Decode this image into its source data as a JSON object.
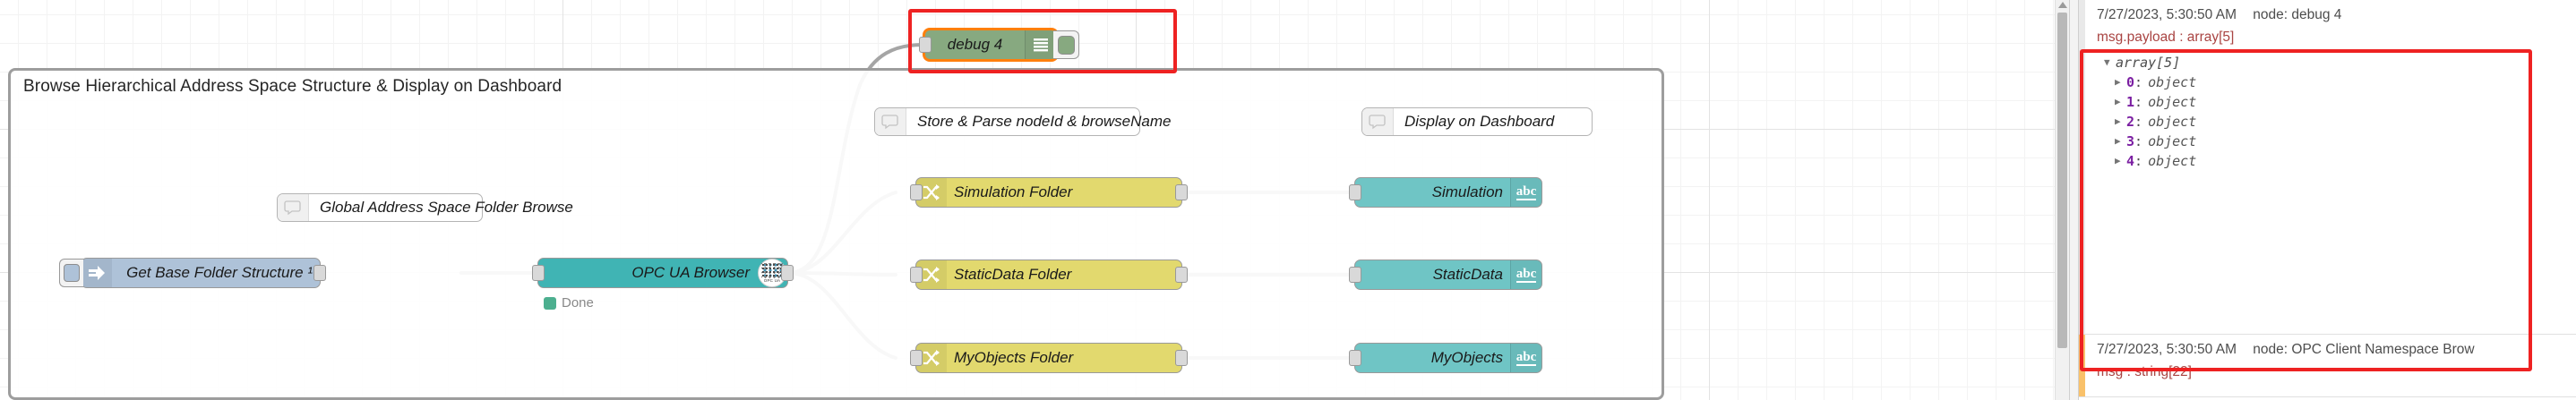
{
  "canvas": {
    "group": {
      "title": "Browse Hierarchical Address Space Structure & Display on Dashboard"
    },
    "comments": [
      {
        "label": "Global Address Space Folder Browse",
        "icon": "comment-icon"
      },
      {
        "label": "Store & Parse nodeId & browseName",
        "icon": "comment-icon"
      },
      {
        "label": "Display on Dashboard",
        "icon": "comment-icon"
      }
    ],
    "nodes": {
      "inject": {
        "label": "Get Base Folder Structure ¹",
        "icon": "inject-arrow-icon"
      },
      "opcua_browser": {
        "label": "OPC UA Browser",
        "icon": "opc-ua-logo-icon",
        "status": "Done",
        "status_color": "#4caf8f"
      },
      "debug": {
        "label": "debug 4",
        "icon": "debug-lines-icon"
      },
      "switches": [
        {
          "label": "Simulation Folder",
          "icon": "switch-icon"
        },
        {
          "label": "StaticData Folder",
          "icon": "switch-icon"
        },
        {
          "label": "MyObjects Folder",
          "icon": "switch-icon"
        }
      ],
      "ui_texts": [
        {
          "label": "Simulation",
          "icon": "abc-text-icon"
        },
        {
          "label": "StaticData",
          "icon": "abc-text-icon"
        },
        {
          "label": "MyObjects",
          "icon": "abc-text-icon"
        }
      ]
    }
  },
  "sidebar": {
    "messages": [
      {
        "timestamp": "7/27/2023, 5:30:50 AM",
        "node": "node: debug 4",
        "topic": "msg.payload : array[5]",
        "accent": "grey",
        "tree": {
          "root_label": "array[5]",
          "root_caret": "▼",
          "items": [
            {
              "caret": "▶",
              "index": "0",
              "colon": ":",
              "type": "object"
            },
            {
              "caret": "▶",
              "index": "1",
              "colon": ":",
              "type": "object"
            },
            {
              "caret": "▶",
              "index": "2",
              "colon": ":",
              "type": "object"
            },
            {
              "caret": "▶",
              "index": "3",
              "colon": ":",
              "type": "object"
            },
            {
              "caret": "▶",
              "index": "4",
              "colon": ":",
              "type": "object"
            }
          ]
        }
      },
      {
        "timestamp": "7/27/2023, 5:30:50 AM",
        "node": "node: OPC Client Namespace Brow",
        "topic": "msg : string[22]",
        "accent": "orange"
      }
    ]
  },
  "colors": {
    "inject": "#aec2d8",
    "opcua": "#40b4b4",
    "switch": "#e2d96e",
    "ui_text": "#6fc5c5",
    "debug": "#87a980",
    "selection_border": "#ff7f0e",
    "highlight": "#ee2222",
    "status_done": "#4caf8f"
  }
}
